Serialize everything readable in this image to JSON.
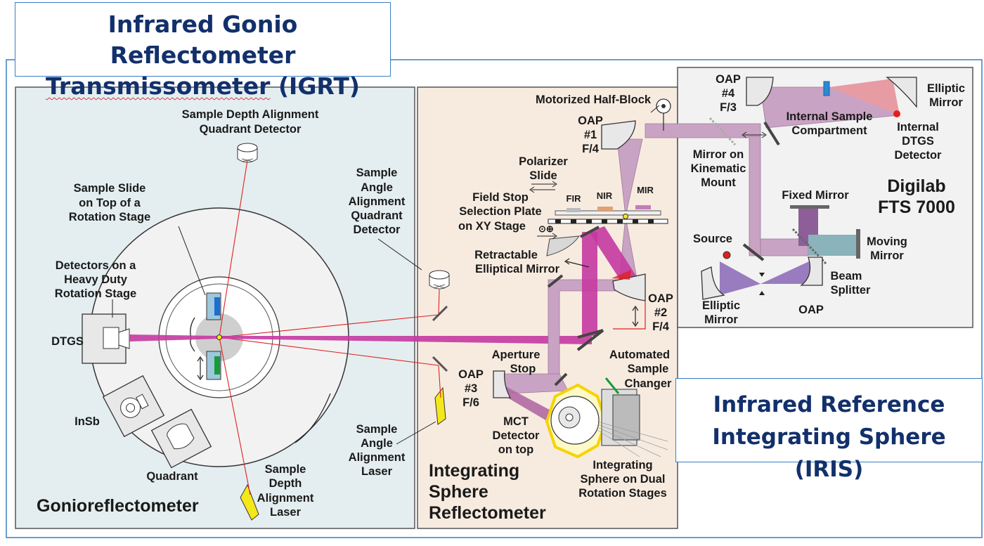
{
  "titles": {
    "igrt_line1": "Infrared Gonio Reflectometer",
    "igrt_line2a": "Transmissometer",
    "igrt_line2b": " (IGRT)",
    "iris_line1": "Infrared Reference",
    "iris_line2": "Integrating Sphere (IRIS)"
  },
  "panels": {
    "gonio": "Gonioreflectometer",
    "isr1": "Integrating",
    "isr2": "Sphere",
    "isr3": "Reflectometer",
    "fts1": "Digilab",
    "fts2": "FTS 7000"
  },
  "labels": {
    "sdaqd1": "Sample Depth Alignment",
    "sdaqd2": "Quadrant Detector",
    "ss1": "Sample Slide",
    "ss2": "on Top of a",
    "ss3": "Rotation Stage",
    "det1": "Detectors on a",
    "det2": "Heavy Duty",
    "det3": "Rotation Stage",
    "dtgs": "DTGS",
    "insb": "InSb",
    "quadrant": "Quadrant",
    "sdal1": "Sample",
    "sdal2": "Depth",
    "sdal3": "Alignment",
    "sdal4": "Laser",
    "saaqd1": "Sample",
    "saaqd2": "Angle",
    "saaqd3": "Alignment",
    "saaqd4": "Quadrant",
    "saaqd5": "Detector",
    "saal1": "Sample",
    "saal2": "Angle",
    "saal3": "Alignment",
    "saal4": "Laser",
    "mhb": "Motorized Half-Block",
    "oap1a": "OAP",
    "oap1b": "#1",
    "oap1c": "F/4",
    "pol1": "Polarizer",
    "pol2": "Slide",
    "fs1": "Field Stop",
    "fs2": "Selection Plate",
    "fs3": "on XY Stage",
    "fir": "FIR",
    "nir": "NIR",
    "mir": "MIR",
    "rem1": "Retractable",
    "rem2": "Elliptical Mirror",
    "oap2a": "OAP",
    "oap2b": "#2",
    "oap2c": "F/4",
    "as1": "Aperture",
    "as2": "Stop",
    "oap3a": "OAP",
    "oap3b": "#3",
    "oap3c": "F/6",
    "asc1": "Automated",
    "asc2": "Sample",
    "asc3": "Changer",
    "mct1": "MCT",
    "mct2": "Detector",
    "mct3": "on top",
    "isd1": "Integrating",
    "isd2": "Sphere on Dual",
    "isd3": "Rotation Stages",
    "oap4a": "OAP",
    "oap4b": "#4",
    "oap4c": "F/3",
    "isc1": "Internal Sample",
    "isc2": "Compartment",
    "em1": "Elliptic",
    "em2": "Mirror",
    "idtgs1": "Internal",
    "idtgs2": "DTGS",
    "idtgs3": "Detector",
    "mkm1": "Mirror on",
    "mkm2": "Kinematic",
    "mkm3": "Mount",
    "fixed": "Fixed Mirror",
    "source": "Source",
    "mov1": "Moving",
    "mov2": "Mirror",
    "bs1": "Beam",
    "bs2": "Splitter",
    "oap5": "OAP",
    "em3": "Elliptic",
    "em4": "Mirror"
  },
  "colors": {
    "gonio_bg": "#e4eef0",
    "isr_bg": "#f7ebe0",
    "fts_bg": "#f2f2f2",
    "beam_magenta": "#c43aa1",
    "beam_mauve": "#c9a3c3",
    "beam_pink": "#e79ba3",
    "beam_violet": "#8f6fb9",
    "beam_teal": "#8ab3bb",
    "laser_red": "#e02020",
    "frame_blue": "#3b7ec4",
    "title_navy": "#12306b"
  }
}
